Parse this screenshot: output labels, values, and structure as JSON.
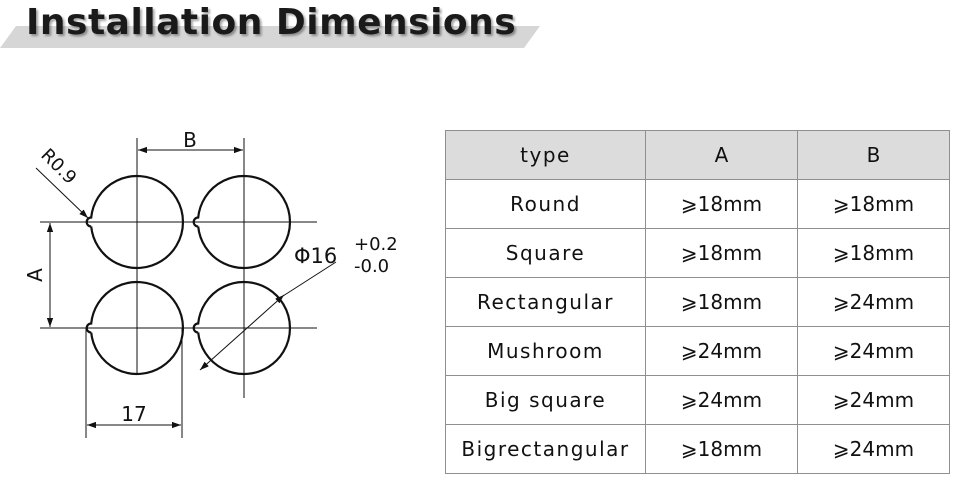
{
  "title": "Installation Dimensions",
  "diagram": {
    "dim_b": "B",
    "dim_a": "A",
    "radius_label": "R0.9",
    "diameter_label": "Φ16",
    "tolerance_upper": "+0.2",
    "tolerance_lower": "-0.0",
    "dim_width": "17"
  },
  "table": {
    "headers": [
      "type",
      "A",
      "B"
    ],
    "rows": [
      {
        "type": "Round",
        "a": "⩾18mm",
        "b": "⩾18mm"
      },
      {
        "type": "Square",
        "a": "⩾18mm",
        "b": "⩾18mm"
      },
      {
        "type": "Rectangular",
        "a": "⩾18mm",
        "b": "⩾24mm"
      },
      {
        "type": "Mushroom",
        "a": "⩾24mm",
        "b": "⩾24mm"
      },
      {
        "type": "Big square",
        "a": "⩾24mm",
        "b": "⩾24mm"
      },
      {
        "type": "Bigrectangular",
        "a": "⩾18mm",
        "b": "⩾24mm"
      }
    ]
  }
}
